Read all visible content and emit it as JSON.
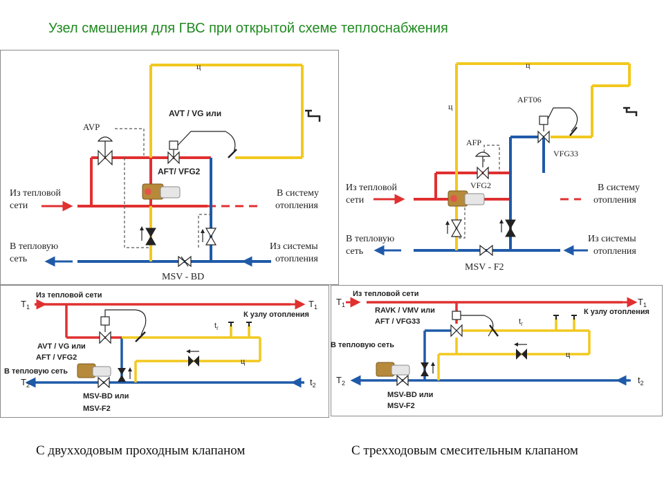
{
  "title": "Узел  смешения для ГВС при открытой схеме теплоснабжения",
  "top_left": {
    "from_network": [
      "Из тепловой",
      "сети"
    ],
    "to_network": [
      "В тепловую",
      "сеть"
    ],
    "to_heating": [
      "В систему",
      "отопления"
    ],
    "from_heating": [
      "Из системы",
      "отопления"
    ],
    "avp": "AVP",
    "avt_vg": "AVT / VG  или",
    "aft_vfg2": "AFT/ VFG2",
    "msv_bd": "MSV - BD",
    "c": "ц"
  },
  "top_right": {
    "from_network": [
      "Из тепловой",
      "сети"
    ],
    "to_network": [
      "В тепловую",
      "сеть"
    ],
    "to_heating": [
      "В систему",
      "отопления"
    ],
    "from_heating": [
      "Из системы",
      "отопления"
    ],
    "aft06": "AFT06",
    "afp": "AFP",
    "vfg2": "VFG2",
    "vfg33": "VFG33",
    "msv_f2": "MSV - F2",
    "c": "ц"
  },
  "bottom_left": {
    "from_network": "Из тепловой сети",
    "t1": "T",
    "t1_sub": "1",
    "t2": "T",
    "t2_sub": "2",
    "t1_end": "T",
    "t1_end_sub": "1",
    "t2_end": "t",
    "t2_end_sub": "2",
    "tg": "t",
    "tg_sub": "г",
    "c": "ц",
    "to_heating_node": "К узлу отопления",
    "avt_vg": "AVT / VG  или",
    "aft_vfg2": "AFT / VFG2",
    "to_network": "В тепловую сеть",
    "msv_bd": "MSV-BD или",
    "msv_f2": "MSV-F2"
  },
  "bottom_right": {
    "from_network": "Из тепловой сети",
    "t1": "T",
    "t1_sub": "1",
    "t2": "T",
    "t2_sub": "2",
    "t1_end": "T",
    "t1_end_sub": "1",
    "t2_end": "t",
    "t2_end_sub": "2",
    "tg": "t",
    "tg_sub": "г",
    "c": "ц",
    "to_heating_node": "К узлу отопления",
    "ravk_vmv": "RAVK / VMV или",
    "aft_vfg33": "AFT / VFG33",
    "to_network": "В тепловую сеть",
    "msv_bd": "MSV-BD или",
    "msv_f2": "MSV-F2"
  },
  "caption_left": "С двухходовым проходным клапаном",
  "caption_right": "С трехходовым смесительным клапаном",
  "colors": {
    "supply": "#e03030",
    "return": "#1f5aa8",
    "hot_water": "#f2c81e",
    "title": "#1f8a1f"
  }
}
